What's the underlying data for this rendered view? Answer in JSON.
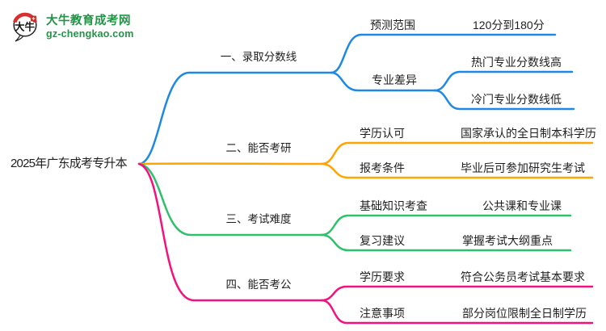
{
  "logo": {
    "title": "大牛教育成考网",
    "domain": "gz-chengkao.com",
    "icon_text": "大牛",
    "brand_color": "#219446",
    "icon_red": "#d8302f",
    "icon_outline": "#222222"
  },
  "root": {
    "label": "2025年广东成考专升本"
  },
  "text_color": "#1f1f1f",
  "branches": [
    {
      "label": "一、录取分数线",
      "color": "#1e88e5",
      "children": [
        {
          "label": "预测范围",
          "leaves": [
            "120分到180分"
          ]
        },
        {
          "label": "专业差异",
          "leaves": [
            "热门专业分数线高",
            "冷门专业分数线低"
          ]
        }
      ]
    },
    {
      "label": "二、能否考研",
      "color": "#ffa502",
      "children": [
        {
          "label": "学历认可",
          "leaves": [
            "国家承认的全日制本科学历"
          ]
        },
        {
          "label": "报考条件",
          "leaves": [
            "毕业后可参加研究生考试"
          ]
        }
      ]
    },
    {
      "label": "三、考试难度",
      "color": "#2ec06a",
      "children": [
        {
          "label": "基础知识考查",
          "leaves": [
            "公共课和专业课"
          ]
        },
        {
          "label": "复习建议",
          "leaves": [
            "掌握考试大纲重点"
          ]
        }
      ]
    },
    {
      "label": "四、能否考公",
      "color": "#f5107d",
      "children": [
        {
          "label": "学历要求",
          "leaves": [
            "符合公务员考试基本要求"
          ]
        },
        {
          "label": "注意事项",
          "leaves": [
            "部分岗位限制全日制学历"
          ]
        }
      ]
    }
  ]
}
